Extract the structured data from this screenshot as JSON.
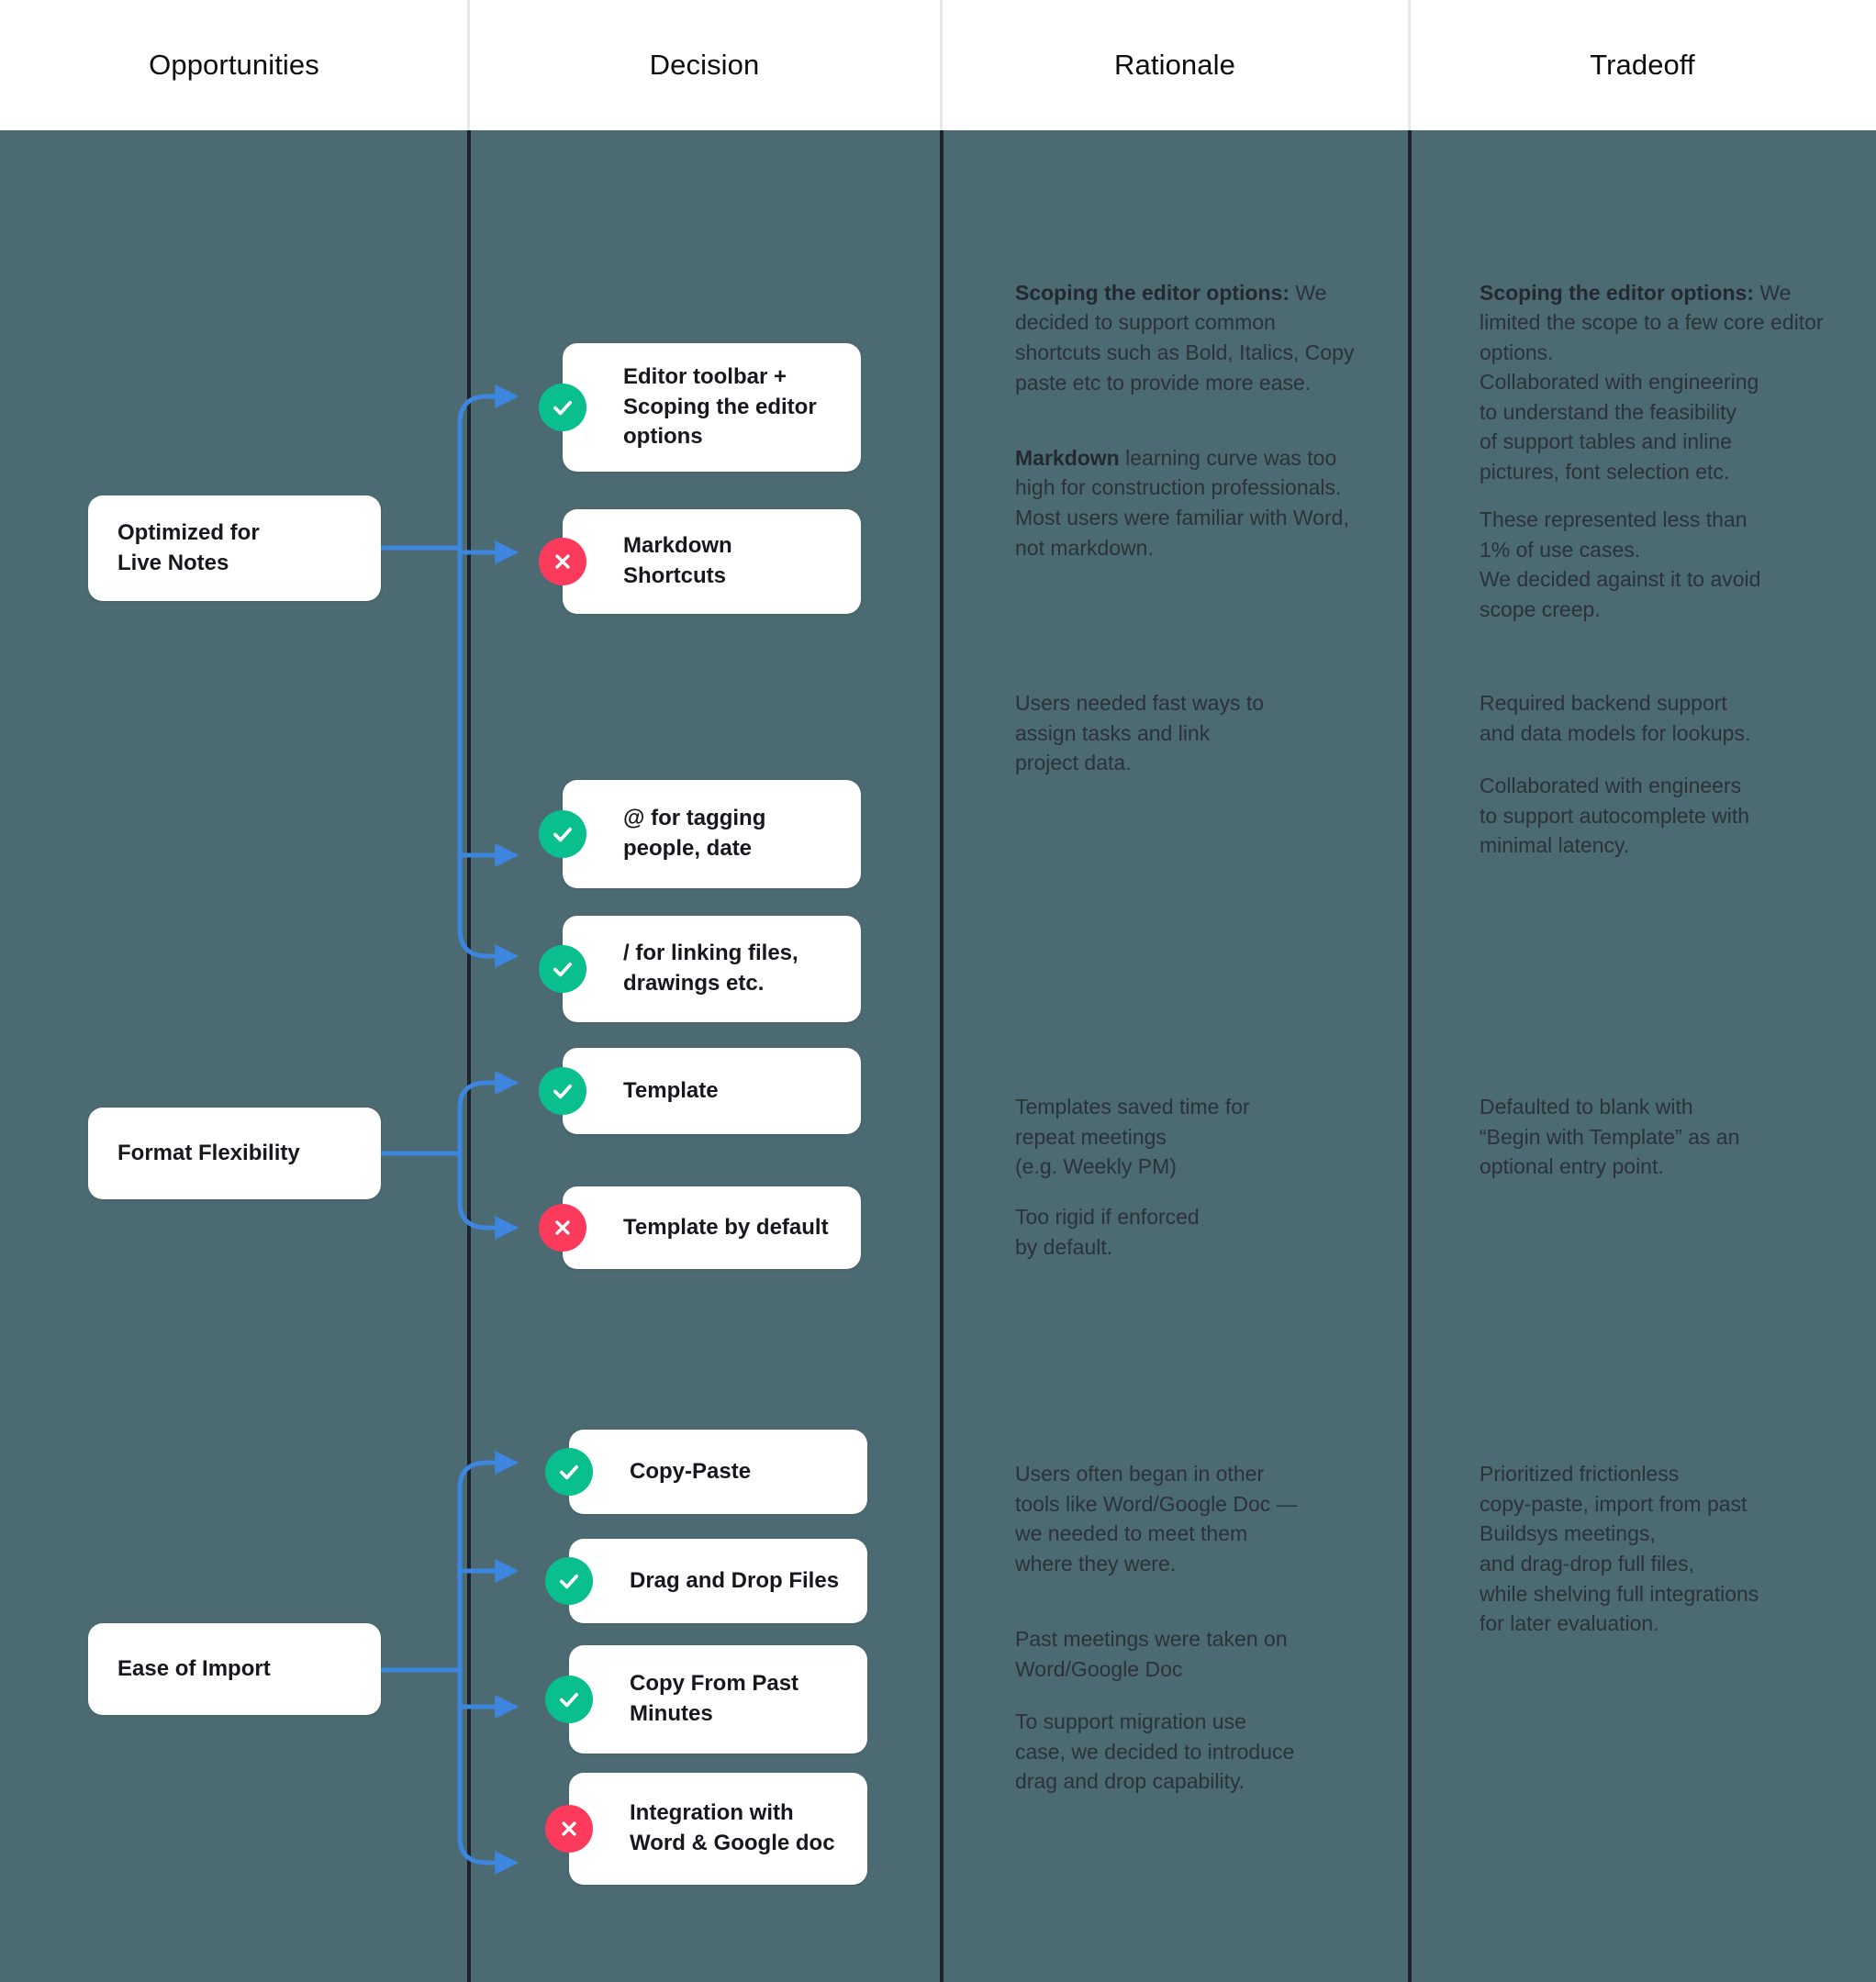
{
  "columns": [
    {
      "key": "opportunities",
      "label": "Opportunities"
    },
    {
      "key": "decision",
      "label": "Decision"
    },
    {
      "key": "rationale",
      "label": "Rationale"
    },
    {
      "key": "tradeoff",
      "label": "Tradeoff"
    }
  ],
  "colors": {
    "background": "#4b6a71",
    "card": "#ffffff",
    "approved": "#08bf8d",
    "rejected": "#fb3a5c",
    "connector": "#3d86e0",
    "divider": "#1d222b",
    "header_divider": "#e6e8ea",
    "text_dark": "#16181d",
    "prose": "#2b3238"
  },
  "opportunities": [
    {
      "label": "Optimized for\nLive Notes"
    },
    {
      "label": "Format Flexibility"
    },
    {
      "label": "Ease of Import"
    }
  ],
  "decisions": [
    {
      "label": "Editor toolbar +\nScoping the editor\noptions",
      "status": "approved",
      "status_icon": "check-icon"
    },
    {
      "label": "Markdown\nShortcuts",
      "status": "rejected",
      "status_icon": "cross-icon"
    },
    {
      "label": "@ for tagging\npeople, date",
      "status": "approved",
      "status_icon": "check-icon"
    },
    {
      "label": "/ for linking files,\ndrawings etc.",
      "status": "approved",
      "status_icon": "check-icon"
    },
    {
      "label": "Template",
      "status": "approved",
      "status_icon": "check-icon"
    },
    {
      "label": "Template by default",
      "status": "rejected",
      "status_icon": "cross-icon"
    },
    {
      "label": "Copy-Paste",
      "status": "approved",
      "status_icon": "check-icon"
    },
    {
      "label": "Drag and Drop Files",
      "status": "approved",
      "status_icon": "check-icon"
    },
    {
      "label": "Copy From Past\nMinutes",
      "status": "approved",
      "status_icon": "check-icon"
    },
    {
      "label": "Integration with\nWord & Google doc",
      "status": "rejected",
      "status_icon": "cross-icon"
    }
  ],
  "rationale": {
    "block1_lead": "Scoping the editor options:",
    "block1_body": " We decided to support common shortcuts such as Bold, Italics, Copy paste etc to provide more ease.",
    "block2_lead": "Markdown",
    "block2_body": " learning curve was too high for construction professionals. Most users were familiar with Word, not markdown.",
    "block3": "Users needed fast ways to\nassign tasks and link\nproject data.",
    "block4": "Templates saved time for\nrepeat meetings\n(e.g. Weekly PM)",
    "block5": "Too rigid if enforced\nby default.",
    "block6": "Users often began in other\ntools like Word/Google Doc —\nwe needed to meet them\nwhere they were.",
    "block7": "Past meetings were taken on\nWord/Google Doc",
    "block8": "To support migration use\ncase, we decided to introduce\ndrag and drop capability."
  },
  "tradeoff": {
    "block1_lead": "Scoping the editor options:",
    "block1_body": " We limited the scope to a few core editor options.",
    "block2": "Collaborated with engineering\nto understand the feasibility\nof support tables and inline\npictures, font selection etc.",
    "block3": "These represented less than\n1% of use cases.\nWe decided against it to avoid\nscope creep.",
    "block4": "Required backend support\nand data models for lookups.",
    "block5": "Collaborated with engineers\nto support autocomplete with\nminimal latency.",
    "block6": "Defaulted to blank with\n“Begin with Template” as an\noptional entry point.",
    "block7": "Prioritized frictionless\ncopy-paste, import from past\nBuildsys meetings,\nand drag-drop full files,\nwhile shelving full integrations\nfor later evaluation."
  }
}
